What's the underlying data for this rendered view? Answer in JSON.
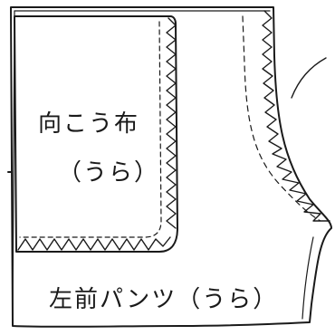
{
  "labels": {
    "facing_title": "向こう布",
    "facing_side": "（うら）",
    "pants_title": "左前パンツ（うら）"
  },
  "colors": {
    "ink": "#1a1a1a",
    "paper": "#ffffff"
  },
  "icons": {
    "stitch": "zigzag-overlock-stitch",
    "seam": "dashed-stitch-line"
  }
}
